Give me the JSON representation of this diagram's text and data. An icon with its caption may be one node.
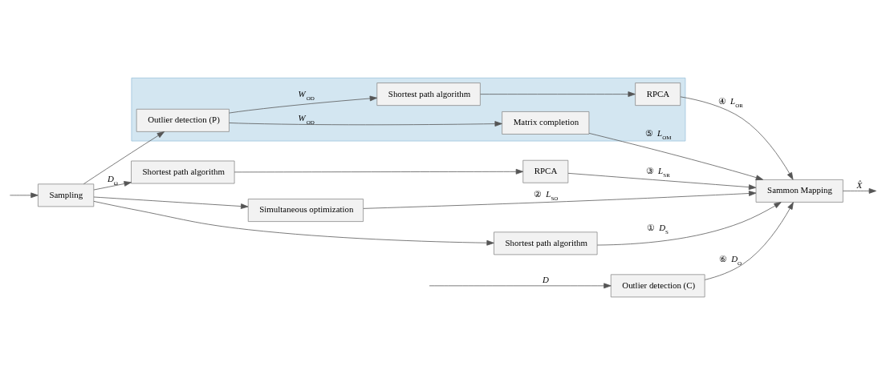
{
  "diagram": {
    "nodes": [
      {
        "text": [
          "Outlier detection (C)"
        ]
      },
      {
        "text": [
          "Sammon Mapping"
        ]
      },
      {
        "text": [
          "Sampling"
        ]
      },
      {
        "text": [],
        "shape": "box"
      },
      {
        "text": [
          "Outlier detection (P)"
        ],
        "in": 3
      },
      {
        "text": [
          "Matrix completion"
        ],
        "in": 3
      },
      {
        "text": [
          "Shortest path algorithm"
        ],
        "in": 3
      },
      {
        "text": [
          "RPCA"
        ],
        "in": 3
      },
      {
        "text": [
          "Shortest path algorithm"
        ]
      },
      {
        "text": [
          "RPCA"
        ]
      },
      {
        "text": [
          "Simultaneous optimization"
        ]
      },
      {
        "text": [
          "Shortest path algorithm"
        ]
      }
    ],
    "edges": [
      {
        "from": null,
        "to": 0,
        "arrow": "to",
        "label": "*D*"
      },
      {
        "from": null,
        "to": 2,
        "arrow": "to"
      },
      {
        "from": 0,
        "to": 1,
        "arrow": "to",
        "label": "⑥ *D*$_{O}$"
      },
      {
        "from": 2,
        "to": 4,
        "arrow": "to"
      },
      {
        "from": 2,
        "to": 8,
        "arrow": "to",
        "label": "*D*$_{Ω}$"
      },
      {
        "from": 2,
        "to": 10,
        "arrow": "to"
      },
      {
        "from": 2,
        "to": 11,
        "arrow": "to"
      },
      {
        "from": 4,
        "to": 5,
        "arrow": "to",
        "label": "*W*$_{OD}$"
      },
      {
        "from": 4,
        "to": 6,
        "arrow": "to",
        "label": "*W*$_{OD}$"
      },
      {
        "from": 5,
        "to": 1,
        "arrow": "to",
        "label": "⑤ *L*$_{OM}$"
      },
      {
        "from": 6,
        "to": 7,
        "arrow": "to"
      },
      {
        "from": 7,
        "to": 1,
        "arrow": "to",
        "label": "④ *L*$_{OR}$"
      },
      {
        "from": 8,
        "to": 9,
        "arrow": "to"
      },
      {
        "from": 9,
        "to": 1,
        "arrow": "to",
        "label": "③ *L*$_{SR}$"
      },
      {
        "from": 10,
        "to": 1,
        "arrow": "to",
        "label": "② *L*$_{SO}$"
      },
      {
        "from": 11,
        "to": 1,
        "arrow": "to",
        "label": "① *D*$_{S}$"
      },
      {
        "from": 1,
        "to": null,
        "arrow": "to",
        "label": "*X̂*"
      }
    ]
  }
}
